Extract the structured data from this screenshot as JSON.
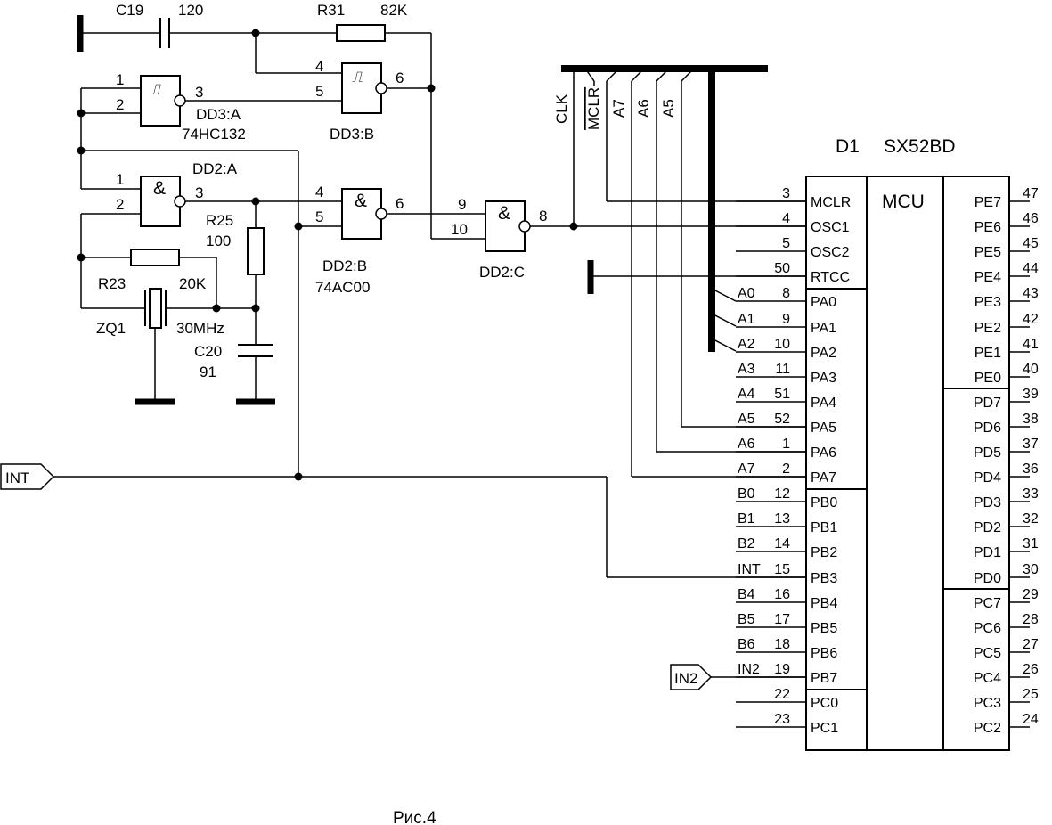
{
  "figure": {
    "caption": "Рис.4"
  },
  "mcu": {
    "ref": "D1",
    "part": "SX52BD",
    "core_label": "MCU",
    "left_pins": [
      {
        "num": "3",
        "name": "MCLR",
        "net": ""
      },
      {
        "num": "4",
        "name": "OSC1",
        "net": ""
      },
      {
        "num": "5",
        "name": "OSC2",
        "net": ""
      },
      {
        "num": "50",
        "name": "RTCC",
        "net": ""
      },
      {
        "num": "8",
        "name": "PA0",
        "net": "A0"
      },
      {
        "num": "9",
        "name": "PA1",
        "net": "A1"
      },
      {
        "num": "10",
        "name": "PA2",
        "net": "A2"
      },
      {
        "num": "11",
        "name": "PA3",
        "net": "A3"
      },
      {
        "num": "51",
        "name": "PA4",
        "net": "A4"
      },
      {
        "num": "52",
        "name": "PA5",
        "net": "A5"
      },
      {
        "num": "1",
        "name": "PA6",
        "net": "A6"
      },
      {
        "num": "2",
        "name": "PA7",
        "net": "A7"
      },
      {
        "num": "12",
        "name": "PB0",
        "net": "B0"
      },
      {
        "num": "13",
        "name": "PB1",
        "net": "B1"
      },
      {
        "num": "14",
        "name": "PB2",
        "net": "B2"
      },
      {
        "num": "15",
        "name": "PB3",
        "net": "INT"
      },
      {
        "num": "16",
        "name": "PB4",
        "net": "B4"
      },
      {
        "num": "17",
        "name": "PB5",
        "net": "B5"
      },
      {
        "num": "18",
        "name": "PB6",
        "net": "B6"
      },
      {
        "num": "19",
        "name": "PB7",
        "net": "IN2"
      },
      {
        "num": "22",
        "name": "PC0",
        "net": ""
      },
      {
        "num": "23",
        "name": "PC1",
        "net": ""
      }
    ],
    "right_pins": [
      {
        "num": "47",
        "name": "PE7"
      },
      {
        "num": "46",
        "name": "PE6"
      },
      {
        "num": "45",
        "name": "PE5"
      },
      {
        "num": "44",
        "name": "PE4"
      },
      {
        "num": "43",
        "name": "PE3"
      },
      {
        "num": "42",
        "name": "PE2"
      },
      {
        "num": "41",
        "name": "PE1"
      },
      {
        "num": "40",
        "name": "PE0"
      },
      {
        "num": "39",
        "name": "PD7"
      },
      {
        "num": "38",
        "name": "PD6"
      },
      {
        "num": "37",
        "name": "PD5"
      },
      {
        "num": "36",
        "name": "PD4"
      },
      {
        "num": "33",
        "name": "PD3"
      },
      {
        "num": "32",
        "name": "PD2"
      },
      {
        "num": "31",
        "name": "PD1"
      },
      {
        "num": "30",
        "name": "PD0"
      },
      {
        "num": "29",
        "name": "PC7"
      },
      {
        "num": "28",
        "name": "PC6"
      },
      {
        "num": "27",
        "name": "PC5"
      },
      {
        "num": "26",
        "name": "PC4"
      },
      {
        "num": "25",
        "name": "PC3"
      },
      {
        "num": "24",
        "name": "PC2"
      }
    ]
  },
  "bus_labels": [
    "CLK",
    "MCLR",
    "A7",
    "A6",
    "A5"
  ],
  "components": {
    "c19": {
      "ref": "C19",
      "value": "120"
    },
    "r31": {
      "ref": "R31",
      "value": "82K"
    },
    "r23": {
      "ref": "R23",
      "value": "20K"
    },
    "r25": {
      "ref": "R25",
      "value": "100"
    },
    "c20": {
      "ref": "C20",
      "value": "91"
    },
    "zq1": {
      "ref": "ZQ1",
      "value": "30MHz"
    }
  },
  "gates": {
    "dd3a": {
      "ref": "DD3:A",
      "part": "74HC132",
      "symbol": "⎍",
      "pins": [
        "1",
        "2",
        "3"
      ]
    },
    "dd3b": {
      "ref": "DD3:B",
      "symbol": "⎍",
      "pins": [
        "4",
        "5",
        "6"
      ]
    },
    "dd2a": {
      "ref": "DD2:A",
      "symbol": "&",
      "pins": [
        "1",
        "2",
        "3"
      ]
    },
    "dd2b": {
      "ref": "DD2:B",
      "part": "74AC00",
      "symbol": "&",
      "pins": [
        "4",
        "5",
        "6"
      ]
    },
    "dd2c": {
      "ref": "DD2:C",
      "symbol": "&",
      "pins": [
        "9",
        "10",
        "8"
      ]
    }
  },
  "ports": {
    "int": "INT",
    "in2": "IN2"
  }
}
